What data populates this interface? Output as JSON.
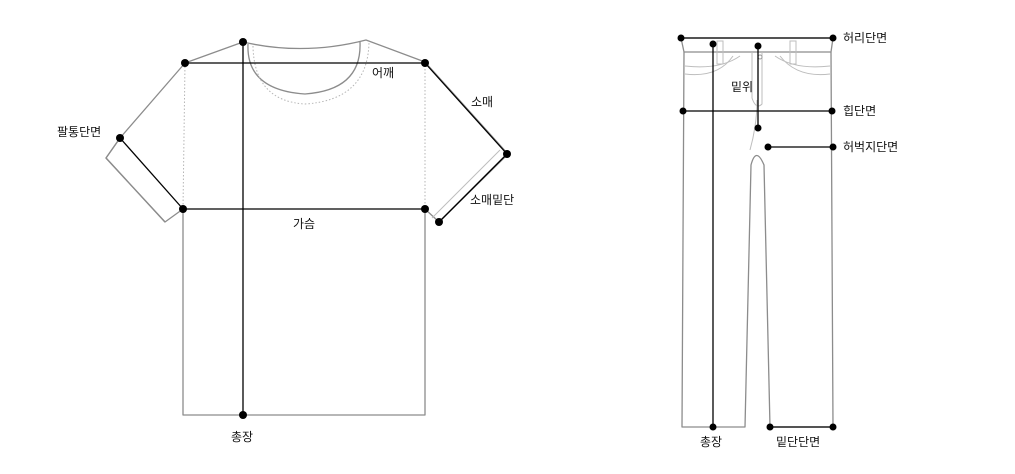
{
  "tshirt": {
    "labels": {
      "shoulder": "어깨",
      "sleeve": "소매",
      "arm_hole": "팔통단면",
      "sleeve_opening": "소매밑단",
      "chest": "가슴",
      "total_length": "총장"
    }
  },
  "pants": {
    "labels": {
      "waist": "허리단면",
      "rise": "밑위",
      "hip": "힙단면",
      "thigh": "허벅지단면",
      "total_length": "총장",
      "hem": "밑단단면"
    }
  },
  "colors": {
    "garment_outline": "#8c8c8c",
    "measure_line": "#000000",
    "text": "#111111"
  }
}
